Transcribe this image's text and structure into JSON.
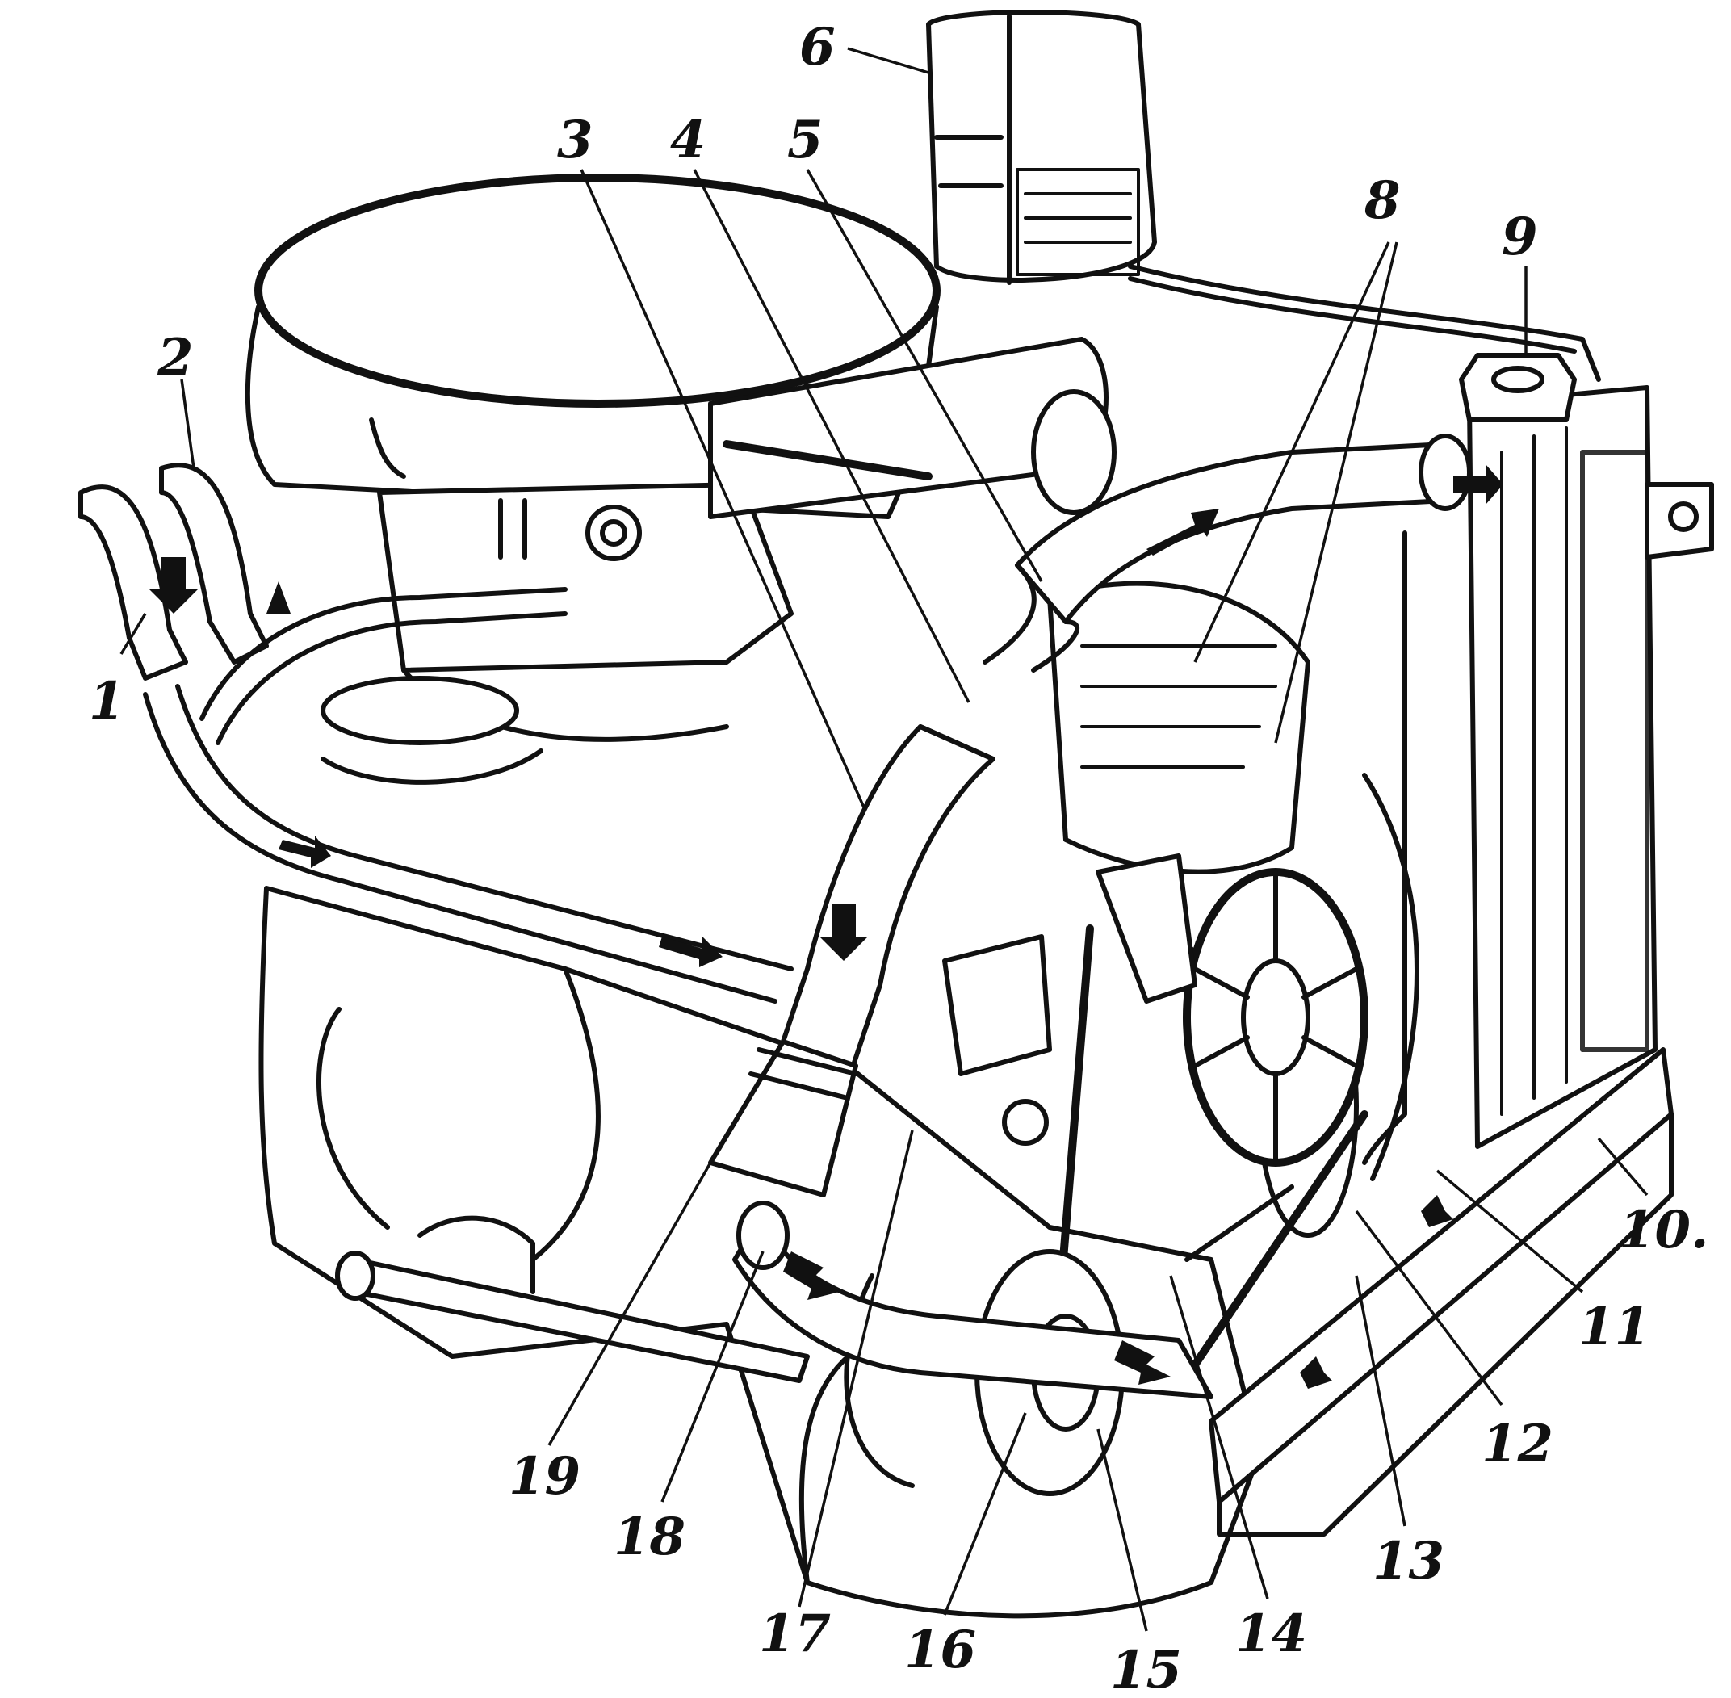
{
  "diagram": {
    "labels": [
      {
        "id": "1",
        "text": "1"
      },
      {
        "id": "2",
        "text": "2"
      },
      {
        "id": "3",
        "text": "3"
      },
      {
        "id": "4",
        "text": "4"
      },
      {
        "id": "5",
        "text": "5"
      },
      {
        "id": "6",
        "text": "6"
      },
      {
        "id": "8",
        "text": "8"
      },
      {
        "id": "9",
        "text": "9"
      },
      {
        "id": "10",
        "text": "10."
      },
      {
        "id": "11",
        "text": "11"
      },
      {
        "id": "12",
        "text": "12"
      },
      {
        "id": "13",
        "text": "13"
      },
      {
        "id": "14",
        "text": "14"
      },
      {
        "id": "15",
        "text": "15"
      },
      {
        "id": "16",
        "text": "16"
      },
      {
        "id": "17",
        "text": "17"
      },
      {
        "id": "18",
        "text": "18"
      },
      {
        "id": "19",
        "text": "19"
      }
    ]
  }
}
